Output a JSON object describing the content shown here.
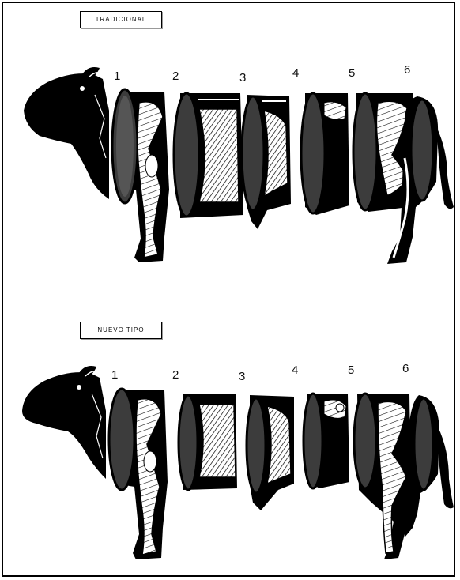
{
  "labels": {
    "traditional": "TRADICIONAL",
    "new_type": "NUEVO TIPO"
  },
  "section_numbers": [
    "1",
    "2",
    "3",
    "4",
    "5",
    "6"
  ],
  "colors": {
    "ink": "#000000",
    "cut_gray": "#3c3c3c",
    "paper": "#ffffff"
  }
}
